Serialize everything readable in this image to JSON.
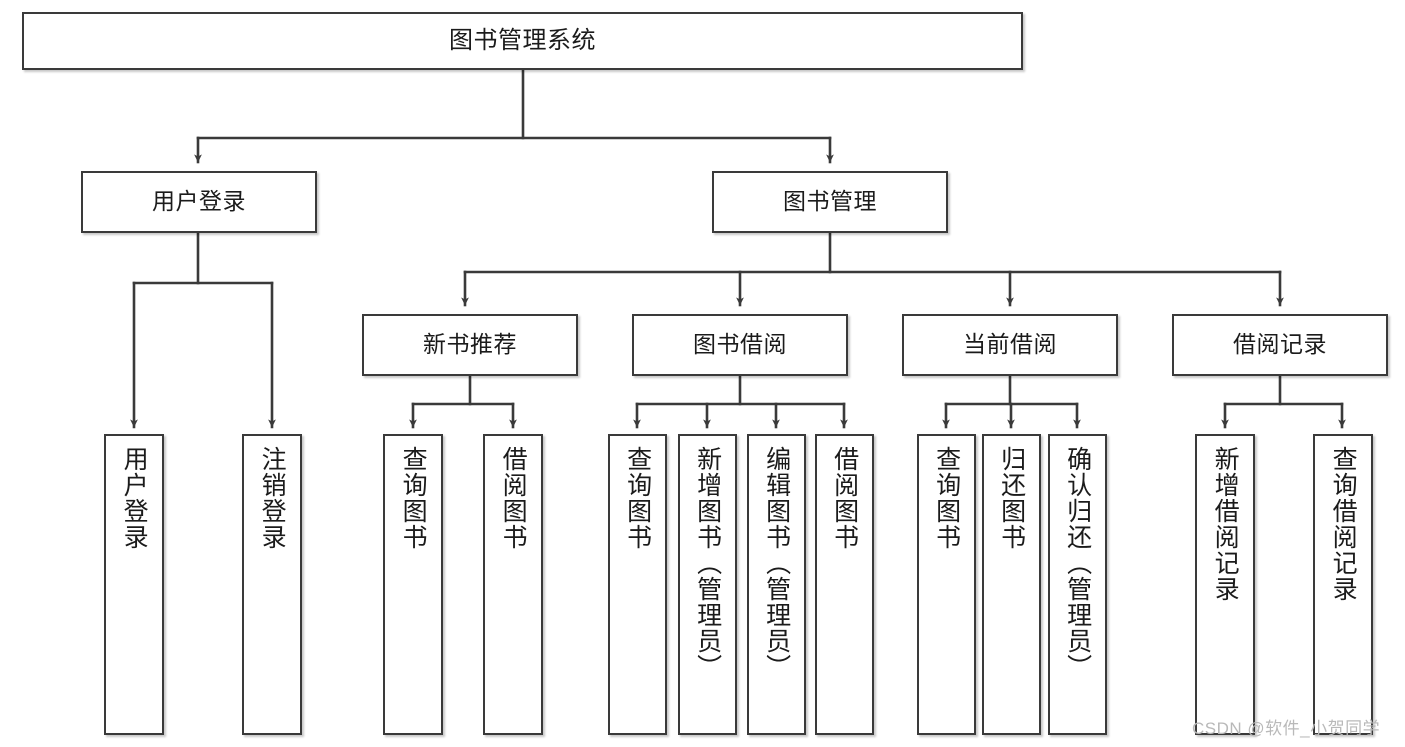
{
  "diagram": {
    "title": "图书管理系统",
    "watermark": "CSDN @软件_小贺同学",
    "line_color": "#3a3a3a",
    "box_fill": "#ffffff",
    "text_color": "#1b1b1b",
    "nodes": {
      "root": {
        "label": "图书管理系统"
      },
      "level2": [
        {
          "label": "用户登录"
        },
        {
          "label": "图书管理"
        }
      ],
      "level3": [
        {
          "label": "新书推荐"
        },
        {
          "label": "图书借阅"
        },
        {
          "label": "当前借阅"
        },
        {
          "label": "借阅记录"
        }
      ],
      "leaves": {
        "user_login": [
          {
            "label": "用户登录"
          },
          {
            "label": "注销登录"
          }
        ],
        "new_book_recommend": [
          {
            "label": "查询图书"
          },
          {
            "label": "借阅图书"
          }
        ],
        "book_borrow": [
          {
            "label": "查询图书"
          },
          {
            "label": "新增图书（管理员）"
          },
          {
            "label": "编辑图书（管理员）"
          },
          {
            "label": "借阅图书"
          }
        ],
        "current_borrow": [
          {
            "label": "查询图书"
          },
          {
            "label": "归还图书"
          },
          {
            "label": "确认归还（管理员）"
          }
        ],
        "borrow_record": [
          {
            "label": "新增借阅记录"
          },
          {
            "label": "查询借阅记录"
          }
        ]
      }
    }
  }
}
